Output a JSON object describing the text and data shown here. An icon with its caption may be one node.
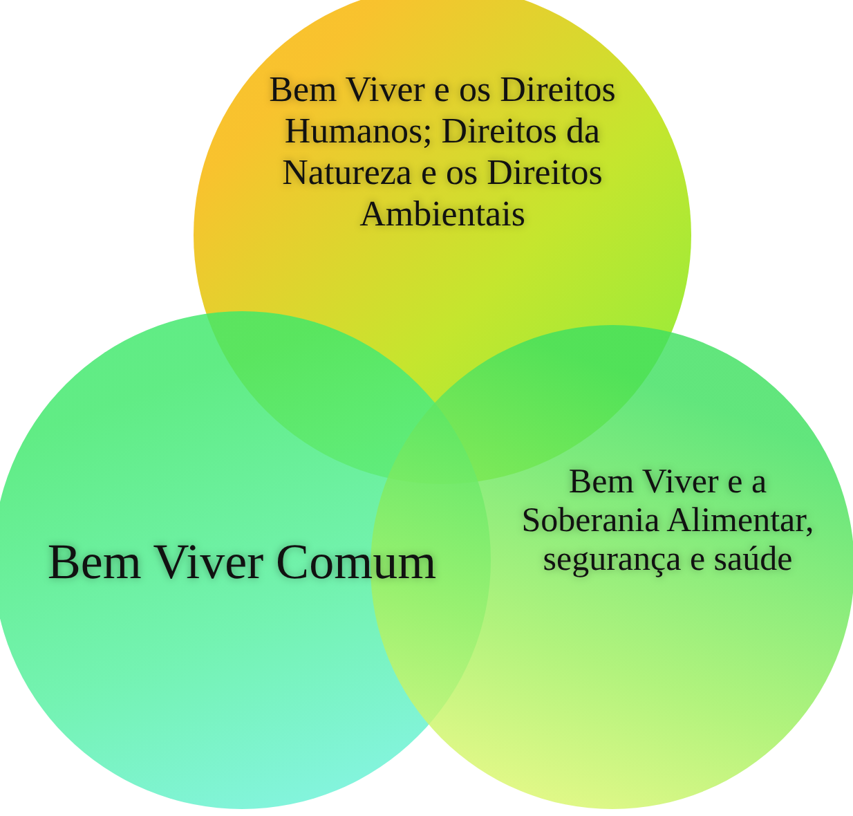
{
  "diagram": {
    "nodes": [
      {
        "text": [
          "Bem Viver e os Direitos Humanos; Direitos da Natureza e os Direitos Ambientais"
        ]
      },
      {
        "text": [
          "Bem Viver Comum"
        ]
      },
      {
        "text": [
          "Bem Viver e a Soberania Alimentar, segurança e saúde"
        ]
      }
    ]
  }
}
